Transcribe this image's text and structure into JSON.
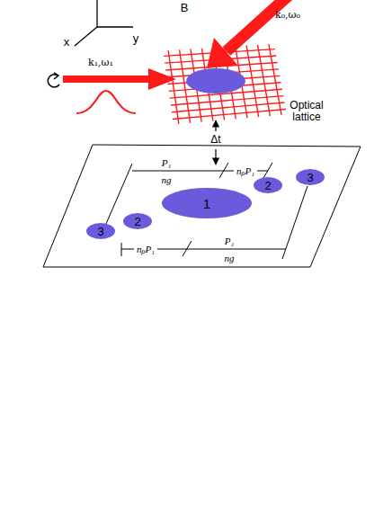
{
  "diagram": {
    "nodes": [
      {
        "text": [
          "1"
        ]
      },
      {
        "text": [
          "2"
        ]
      },
      {
        "text": [
          "3"
        ]
      },
      {
        "text": [
          "2"
        ]
      },
      {
        "text": [
          "3"
        ]
      }
    ],
    "labels": [
      "B",
      "x",
      "y",
      "k₀,ω₀",
      "k₁,ω₁",
      "Optical lattice",
      "Δt",
      "P₁",
      "ng",
      "nₚP₁",
      "nₚP₁",
      "P₁",
      "ng"
    ]
  }
}
